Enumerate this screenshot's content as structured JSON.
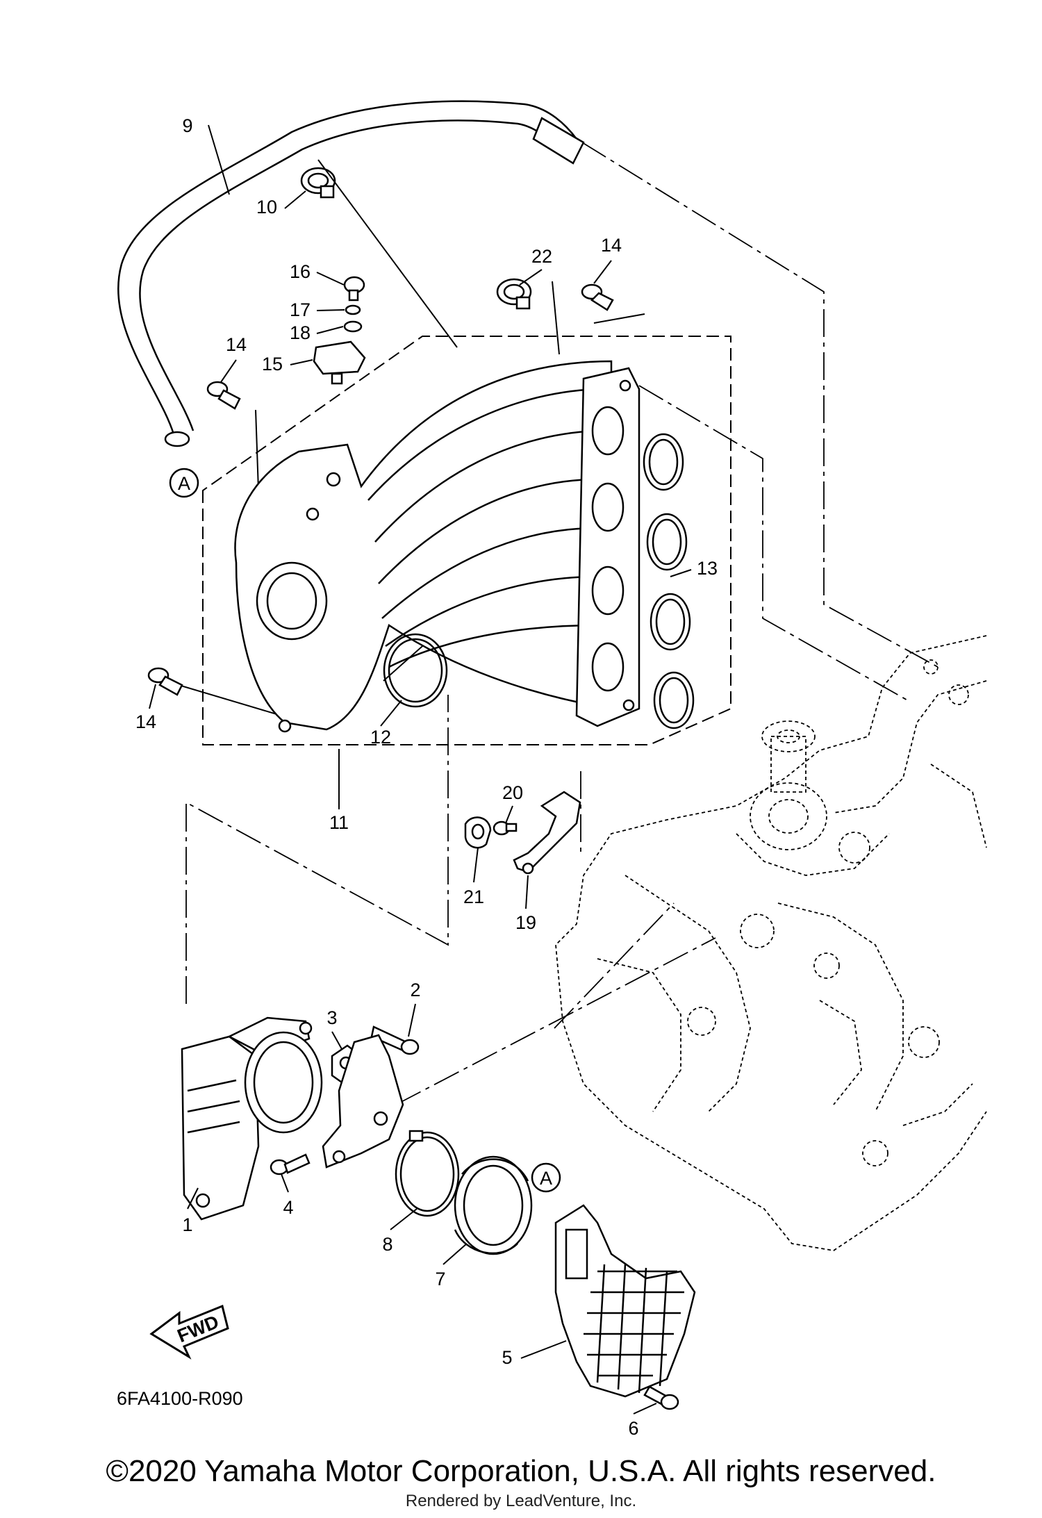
{
  "diagram": {
    "drawing_code": "6FA4100-R090",
    "direction_label": "FWD",
    "callouts": [
      {
        "label": "1"
      },
      {
        "label": "2"
      },
      {
        "label": "3"
      },
      {
        "label": "4"
      },
      {
        "label": "5"
      },
      {
        "label": "6"
      },
      {
        "label": "7"
      },
      {
        "label": "8"
      },
      {
        "label": "9"
      },
      {
        "label": "10"
      },
      {
        "label": "11"
      },
      {
        "label": "12"
      },
      {
        "label": "13"
      },
      {
        "label": "14"
      },
      {
        "label": "14"
      },
      {
        "label": "14"
      },
      {
        "label": "15"
      },
      {
        "label": "16"
      },
      {
        "label": "17"
      },
      {
        "label": "18"
      },
      {
        "label": "19"
      },
      {
        "label": "20"
      },
      {
        "label": "21"
      },
      {
        "label": "22"
      }
    ],
    "reference_markers": [
      {
        "label": "A"
      },
      {
        "label": "A"
      }
    ]
  },
  "footer": {
    "copyright": "©2020 Yamaha Motor Corporation, U.S.A. All rights reserved.",
    "render_note": "Rendered by LeadVenture, Inc."
  }
}
